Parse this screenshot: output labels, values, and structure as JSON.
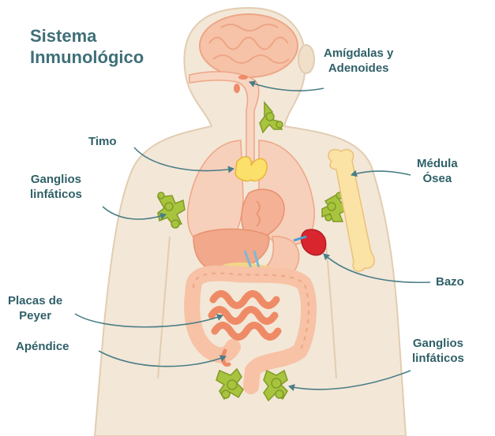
{
  "title": {
    "line1": "Sistema",
    "line2": "Inmunológico"
  },
  "labels": {
    "amigdalas": {
      "line1": "Amígdalas y",
      "line2": "Adenoides"
    },
    "timo": "Timo",
    "ganglios_left": {
      "line1": "Ganglios",
      "line2": "linfáticos"
    },
    "medula": {
      "line1": "Médula",
      "line2": "Ósea"
    },
    "bazo": "Bazo",
    "placas": {
      "line1": "Placas de",
      "line2": "Peyer"
    },
    "apendice": "Apéndice",
    "ganglios_right": {
      "line1": "Ganglios",
      "line2": "linfáticos"
    }
  },
  "colors": {
    "body": "#f3e7d7",
    "body_outline": "#e2cdb2",
    "organ": "#f6bfa3",
    "organ_dark": "#ee9f7d",
    "lymph": "#a8c43e",
    "lymph_dark": "#7f9b27",
    "bone": "#fbe3a6",
    "spleen": "#d9262e",
    "text": "#2f6068",
    "arrow": "#4a7d86"
  }
}
